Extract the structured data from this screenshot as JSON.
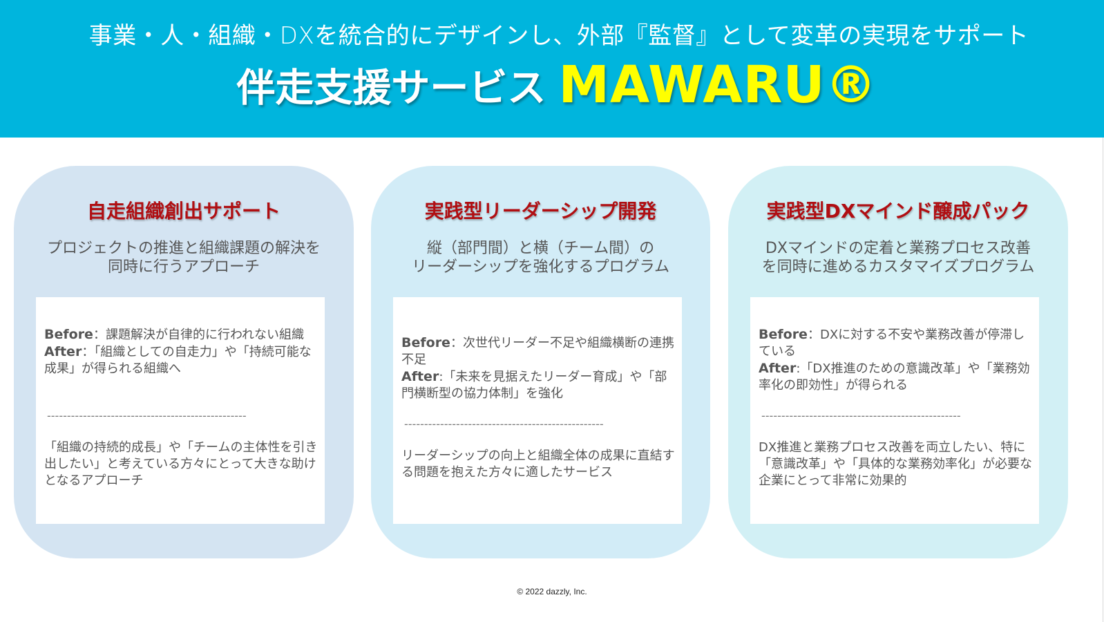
{
  "header": {
    "tagline": "事業・人・組織・DXを統合的にデザインし、外部『監督』として変革の実現をサポート",
    "title_jp": "伴走支援サービス",
    "title_brand": "MAWARU®",
    "background_color": "#00B5DD",
    "brand_color": "#FFFF00"
  },
  "cards": [
    {
      "title": "自走組織創出サポート",
      "subtitle_line1": "プロジェクトの推進と組織課題の解決を",
      "subtitle_line2": "同時に行うアプローチ",
      "before_label": "Before",
      "before_sep": "：",
      "before_text": "課題解決が自律的に行われない組織",
      "after_label": "After",
      "after_sep": "：",
      "after_text": "「組織としての自走力」や「持続可能な成果」が得られる組織へ",
      "divider": "--------------------------------------------------",
      "target_text": "「組織の持続的成長」や「チームの主体性を引き出したい」と考えている方々にとって大きな助けとなるアプローチ"
    },
    {
      "title": "実践型リーダーシップ開発",
      "subtitle_line1": "縦（部門間）と横（チーム間）の",
      "subtitle_line2": "リーダーシップを強化するプログラム",
      "before_label": "Before",
      "before_sep": "：",
      "before_text": "次世代リーダー不足や組織横断の連携不足",
      "after_label": "After",
      "after_sep": ":",
      "after_text": "「未来を見据えたリーダー育成」や「部門横断型の協力体制」を強化",
      "divider": "--------------------------------------------------",
      "target_text": "リーダーシップの向上と組織全体の成果に直結する問題を抱えた方々に適したサービス"
    },
    {
      "title": "実践型DXマインド醸成パック",
      "subtitle_line1": "DXマインドの定着と業務プロセス改善",
      "subtitle_line2": "を同時に進めるカスタマイズプログラム",
      "before_label": "Before",
      "before_sep": "：",
      "before_text": "DXに対する不安や業務改善が停滞している",
      "after_label": "After",
      "after_sep": ":",
      "after_text": "「DX推進のための意識改革」や「業務効率化の即効性」が得られる",
      "divider": "--------------------------------------------------",
      "target_text": "DX推進と業務プロセス改善を両立したい、特に「意識改革」や「具体的な業務効率化」が必要な企業にとって非常に効果的"
    }
  ],
  "footer": {
    "copyright": "© 2022 dazzly, Inc."
  }
}
